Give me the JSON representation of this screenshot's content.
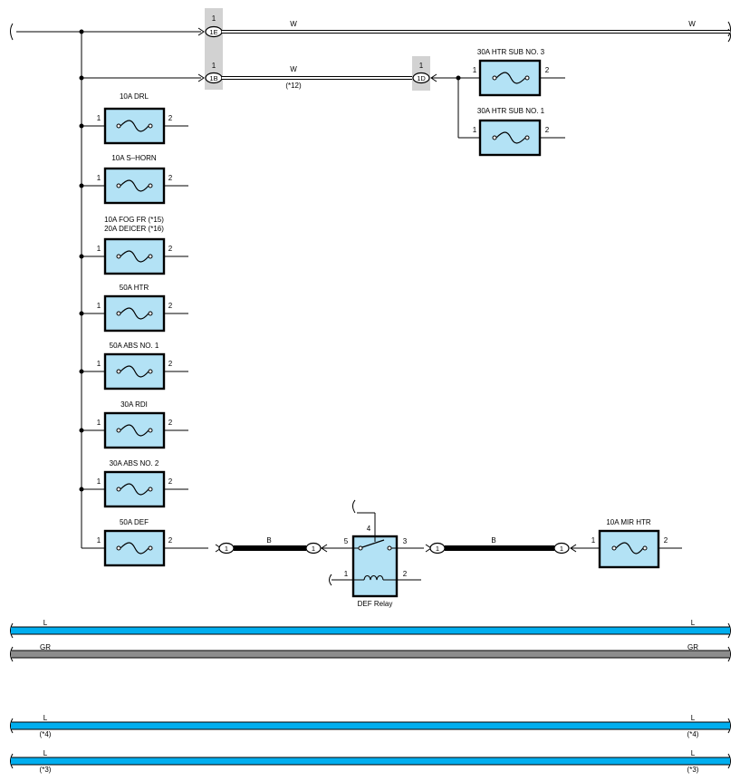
{
  "colors": {
    "fuse_fill": "#b3e2f5",
    "connector_block": "#d2d2d2",
    "wire_blue": "#00aeef",
    "wire_gray": "#8c8c8c",
    "wire_black": "#000000"
  },
  "top_wires": {
    "w1_label_left": "W",
    "w1_label_right": "W",
    "w2_label": "W",
    "w2_note": "(*12)"
  },
  "connectors": {
    "c1E": {
      "label": "1E",
      "pin": "1"
    },
    "c1B": {
      "label": "1B",
      "pin": "1"
    },
    "c1D": {
      "label": "1D",
      "pin": "1"
    }
  },
  "fuses": [
    {
      "name": "10A DRL",
      "pin1": "1",
      "pin2": "2"
    },
    {
      "name": "10A S–HORN",
      "pin1": "1",
      "pin2": "2"
    },
    {
      "name": "10A FOG FR (*15)",
      "name2": "20A DEICER (*16)",
      "pin1": "1",
      "pin2": "2"
    },
    {
      "name": "50A HTR",
      "pin1": "1",
      "pin2": "2"
    },
    {
      "name": "50A ABS NO. 1",
      "pin1": "1",
      "pin2": "2"
    },
    {
      "name": "30A RDI",
      "pin1": "1",
      "pin2": "2"
    },
    {
      "name": "30A ABS NO. 2",
      "pin1": "1",
      "pin2": "2"
    },
    {
      "name": "50A DEF",
      "pin1": "1",
      "pin2": "2"
    }
  ],
  "htr_sub_fuses": [
    {
      "name": "30A HTR SUB NO. 3",
      "pin1": "1",
      "pin2": "2"
    },
    {
      "name": "30A HTR SUB NO. 1",
      "pin1": "1",
      "pin2": "2"
    }
  ],
  "def_circuit": {
    "wire1_label": "B",
    "wire2_label": "B",
    "conn_pin": "1",
    "relay_name": "DEF Relay",
    "relay_pin4": "4",
    "relay_pin5": "5",
    "relay_pin3": "3",
    "relay_pin1": "1",
    "relay_pin2": "2",
    "mir_fuse": {
      "name": "10A MIR HTR",
      "pin1": "1",
      "pin2": "2"
    }
  },
  "bottom_wires": [
    {
      "label_left": "L",
      "label_right": "L",
      "note_left": "",
      "note_right": "",
      "color": "blue"
    },
    {
      "label_left": "GR",
      "label_right": "GR",
      "note_left": "",
      "note_right": "",
      "color": "gray"
    },
    {
      "label_left": "L",
      "label_right": "L",
      "note_left": "(*4)",
      "note_right": "(*4)",
      "color": "blue"
    },
    {
      "label_left": "L",
      "label_right": "L",
      "note_left": "(*3)",
      "note_right": "(*3)",
      "color": "blue"
    }
  ]
}
